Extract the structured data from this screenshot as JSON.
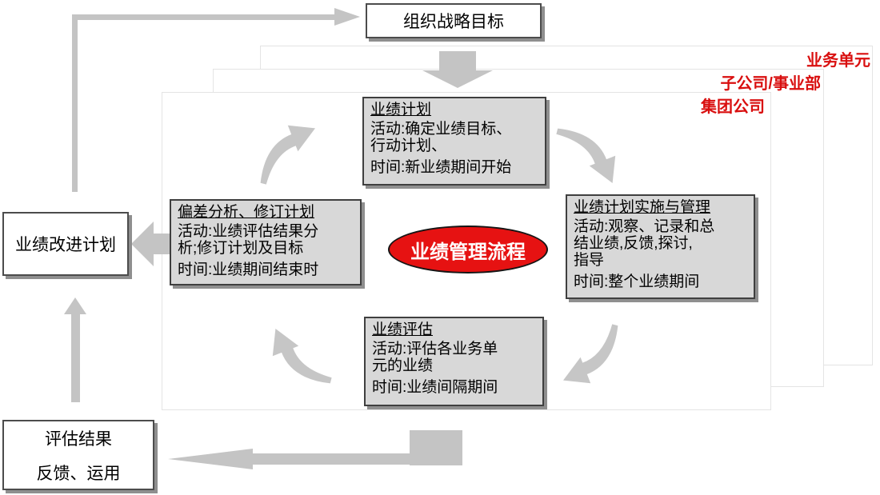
{
  "strategy_box": {
    "label": "组织战略目标"
  },
  "levels": [
    {
      "label": "业务单元"
    },
    {
      "label": "子公司/事业部"
    },
    {
      "label": "集团公司"
    }
  ],
  "center_ellipse": {
    "label": "业绩管理流程"
  },
  "cycle": [
    {
      "title": "业绩计划",
      "activity": "活动:确定业绩目标、\n行动计划、",
      "time": "时间:新业绩期间开始"
    },
    {
      "title": "业绩计划实施与管理",
      "activity": "活动:观察、记录和总\n结业绩,反馈,探讨,\n指导",
      "time": "时间:整个业绩期间"
    },
    {
      "title": "业绩评估",
      "activity": "活动:评估各业务单\n元的业绩",
      "time": "时间:业绩间隔期间"
    },
    {
      "title": "偏差分析、修订计划",
      "activity": "活动:业绩评估结果分\n析;修订计划及目标",
      "time": "时间:业绩期间结束时"
    }
  ],
  "side_boxes": {
    "improve": {
      "label": "业绩改进计划"
    },
    "result": {
      "line1": "评估结果",
      "line2": "反馈、运用"
    }
  },
  "colors": {
    "label_red": "#d90f0f",
    "ellipse_red": "#e61212",
    "arrow_gray": "#c4c4c4",
    "box_gray": "#d8d8d8",
    "panel_border": "#e4e4e4"
  }
}
